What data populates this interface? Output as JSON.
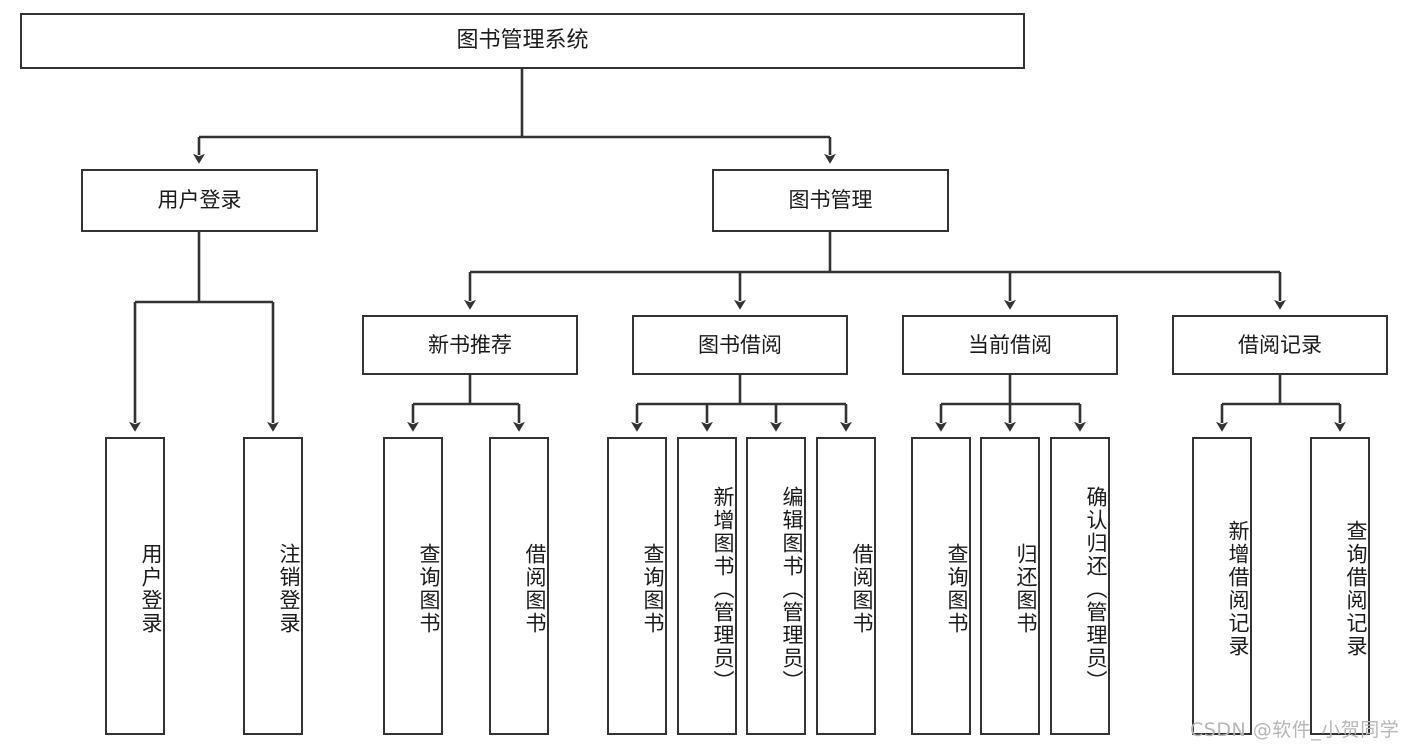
{
  "diagram": {
    "title": "图书管理系统",
    "root": {
      "label": "图书管理系统"
    },
    "level1": [
      {
        "label": "用户登录"
      },
      {
        "label": "图书管理"
      }
    ],
    "level2": [
      {
        "label": "新书推荐"
      },
      {
        "label": "图书借阅"
      },
      {
        "label": "当前借阅"
      },
      {
        "label": "借阅记录"
      }
    ],
    "leaves": [
      {
        "label": "用户登录",
        "parent": "用户登录"
      },
      {
        "label": "注销登录",
        "parent": "用户登录"
      },
      {
        "label": "查询图书",
        "parent": "新书推荐"
      },
      {
        "label": "借阅图书",
        "parent": "新书推荐"
      },
      {
        "label": "查询图书",
        "parent": "图书借阅"
      },
      {
        "label": "新增图书（管理员）",
        "parent": "图书借阅"
      },
      {
        "label": "编辑图书（管理员）",
        "parent": "图书借阅"
      },
      {
        "label": "借阅图书",
        "parent": "图书借阅"
      },
      {
        "label": "查询图书",
        "parent": "当前借阅"
      },
      {
        "label": "归还图书",
        "parent": "当前借阅"
      },
      {
        "label": "确认归还（管理员）",
        "parent": "当前借阅"
      },
      {
        "label": "新增借阅记录",
        "parent": "借阅记录"
      },
      {
        "label": "查询借阅记录",
        "parent": "借阅记录"
      }
    ],
    "watermark": "CSDN @软件_小贺同学",
    "colors": {
      "stroke": "#333333",
      "fill": "#ffffff",
      "text": "#1b1b1b",
      "watermark": "#b6b6b6"
    }
  }
}
